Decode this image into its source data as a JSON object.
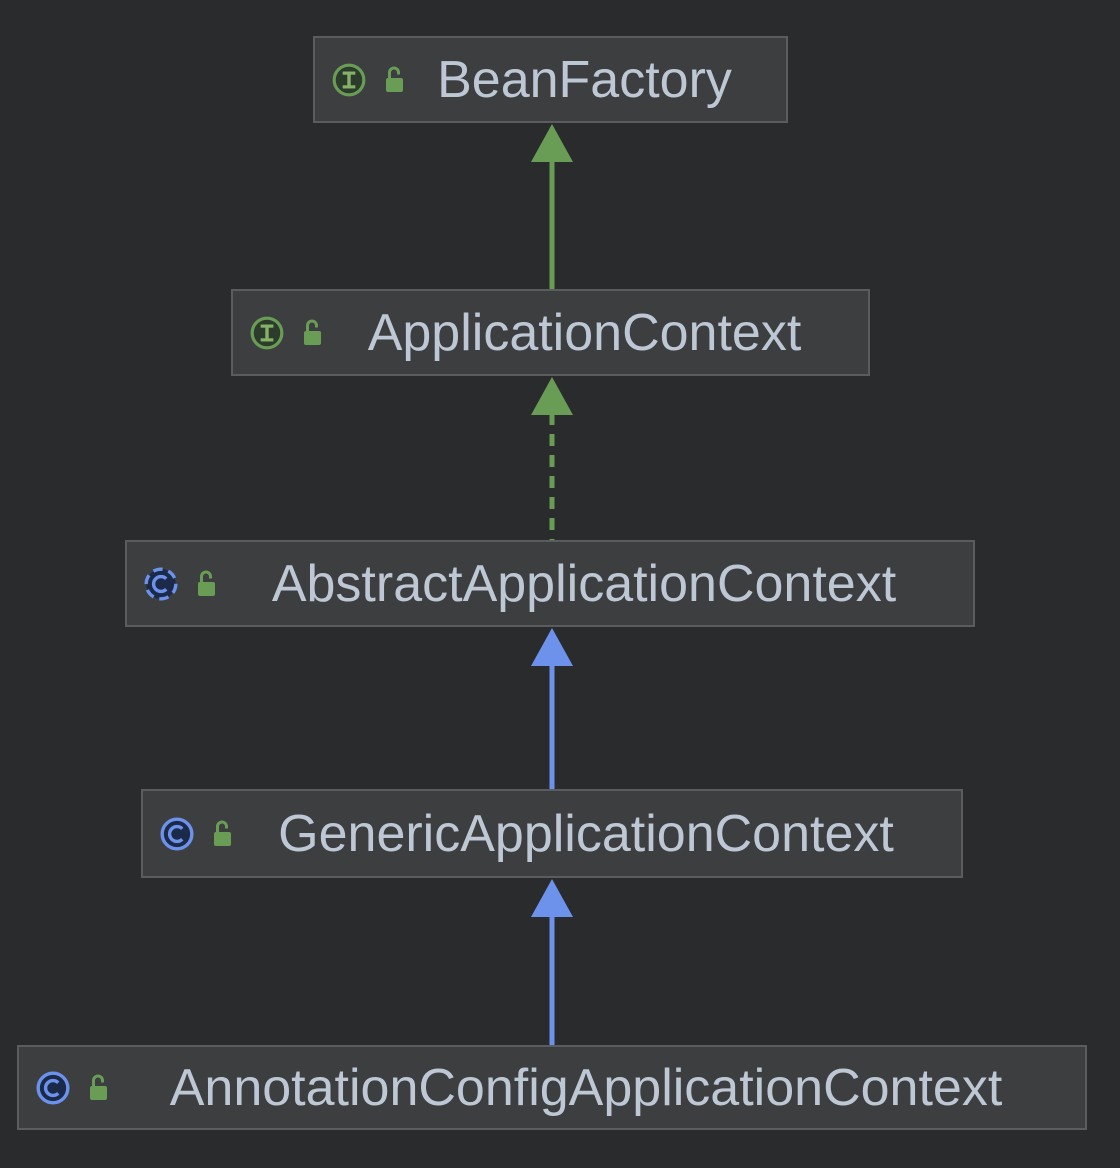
{
  "diagram": {
    "nodes": [
      {
        "id": "BeanFactory",
        "label": "BeanFactory",
        "kind": "interface",
        "visibility": "public",
        "icons": [
          "interface-icon",
          "public-lock-icon"
        ]
      },
      {
        "id": "ApplicationContext",
        "label": "ApplicationContext",
        "kind": "interface",
        "visibility": "public",
        "icons": [
          "interface-icon",
          "public-lock-icon"
        ]
      },
      {
        "id": "AbstractApplicationContext",
        "label": "AbstractApplicationContext",
        "kind": "abstract-class",
        "visibility": "public",
        "icons": [
          "abstract-class-icon",
          "public-lock-icon"
        ]
      },
      {
        "id": "GenericApplicationContext",
        "label": "GenericApplicationContext",
        "kind": "class",
        "visibility": "public",
        "icons": [
          "class-icon",
          "public-lock-icon"
        ]
      },
      {
        "id": "AnnotationConfigApplicationContext",
        "label": "AnnotationConfigApplicationContext",
        "kind": "class",
        "visibility": "public",
        "icons": [
          "class-icon",
          "public-lock-icon"
        ]
      }
    ],
    "edges": [
      {
        "from": "ApplicationContext",
        "to": "BeanFactory",
        "relation": "extends",
        "style": "solid",
        "color": "#699C54"
      },
      {
        "from": "AbstractApplicationContext",
        "to": "ApplicationContext",
        "relation": "implements",
        "style": "dashed",
        "color": "#699C54"
      },
      {
        "from": "GenericApplicationContext",
        "to": "AbstractApplicationContext",
        "relation": "extends",
        "style": "solid",
        "color": "#6C92EC"
      },
      {
        "from": "AnnotationConfigApplicationContext",
        "to": "GenericApplicationContext",
        "relation": "extends",
        "style": "solid",
        "color": "#6C92EC"
      }
    ],
    "colors": {
      "background": "#2A2B2C",
      "node_fill": "#3C3E3F",
      "node_border": "#5A5C5E",
      "label": "#BEC8D5",
      "interface_green": "#699C54",
      "class_blue": "#6C92EC"
    }
  }
}
